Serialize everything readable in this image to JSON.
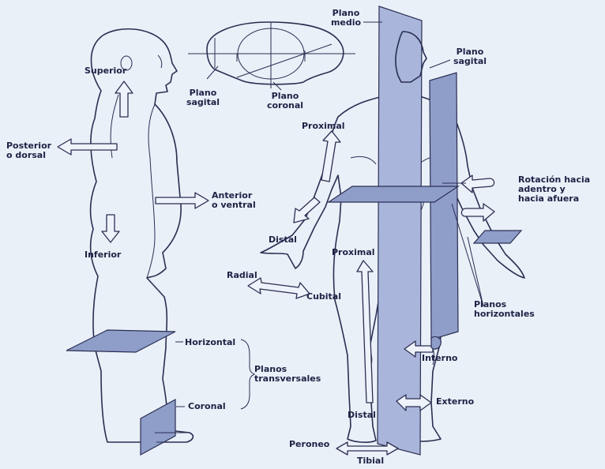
{
  "labels": {
    "superior": "Superior",
    "posterior": "Posterior\no dorsal",
    "anterior": "Anterior\no ventral",
    "inferior": "Inferior",
    "horizontal": "Horizontal",
    "planos_transversales": "Planos\ntransversales",
    "coronal": "Coronal",
    "plano_sagital_top": "Plano\nsagital",
    "plano_coronal_top": "Plano\ncoronal",
    "plano_medio": "Plano\nmedio",
    "plano_sagital_right": "Plano\nsagital",
    "proximal_arm": "Proximal",
    "distal_arm": "Distal",
    "radial": "Radial",
    "cubital": "Cubital",
    "proximal_leg": "Proximal",
    "distal_leg": "Distal",
    "rotacion": "Rotación hacia\nadentro y\nhacia afuera",
    "planos_horizontales": "Planos\nhorizontales",
    "interno": "Interno",
    "externo": "Externo",
    "peroneo": "Peroneo",
    "tibial": "Tibial"
  }
}
